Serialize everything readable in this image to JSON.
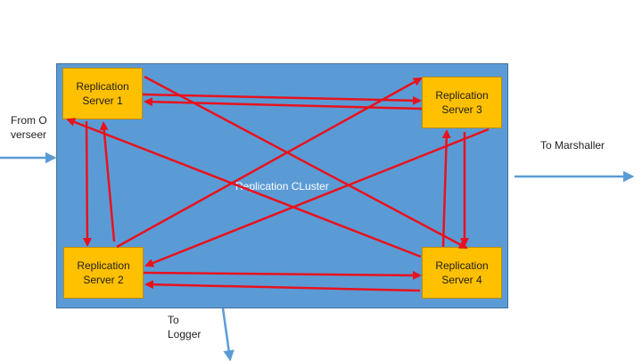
{
  "cluster": {
    "label": "Replication CLuster",
    "fill": "#5b9bd5"
  },
  "servers": [
    {
      "id": "s1",
      "label": "Replication Server 1"
    },
    {
      "id": "s2",
      "label": "Replication Server 2"
    },
    {
      "id": "s3",
      "label": "Replication Server 3"
    },
    {
      "id": "s4",
      "label": "Replication Server 4"
    }
  ],
  "external": {
    "from_overseer": "From Overseer",
    "to_marshaller": "To Marshaller",
    "to_logger": "To Logger"
  },
  "colors": {
    "server_fill": "#ffc000",
    "replication_arrow": "#e8121d",
    "io_arrow": "#5b9bd5"
  },
  "links": [
    {
      "from": "s1",
      "to": "s3"
    },
    {
      "from": "s3",
      "to": "s1"
    },
    {
      "from": "s1",
      "to": "s2"
    },
    {
      "from": "s2",
      "to": "s1"
    },
    {
      "from": "s1",
      "to": "s4"
    },
    {
      "from": "s4",
      "to": "s1"
    },
    {
      "from": "s2",
      "to": "s3"
    },
    {
      "from": "s3",
      "to": "s2"
    },
    {
      "from": "s2",
      "to": "s4"
    },
    {
      "from": "s4",
      "to": "s2"
    },
    {
      "from": "s3",
      "to": "s4"
    },
    {
      "from": "s4",
      "to": "s3"
    }
  ]
}
